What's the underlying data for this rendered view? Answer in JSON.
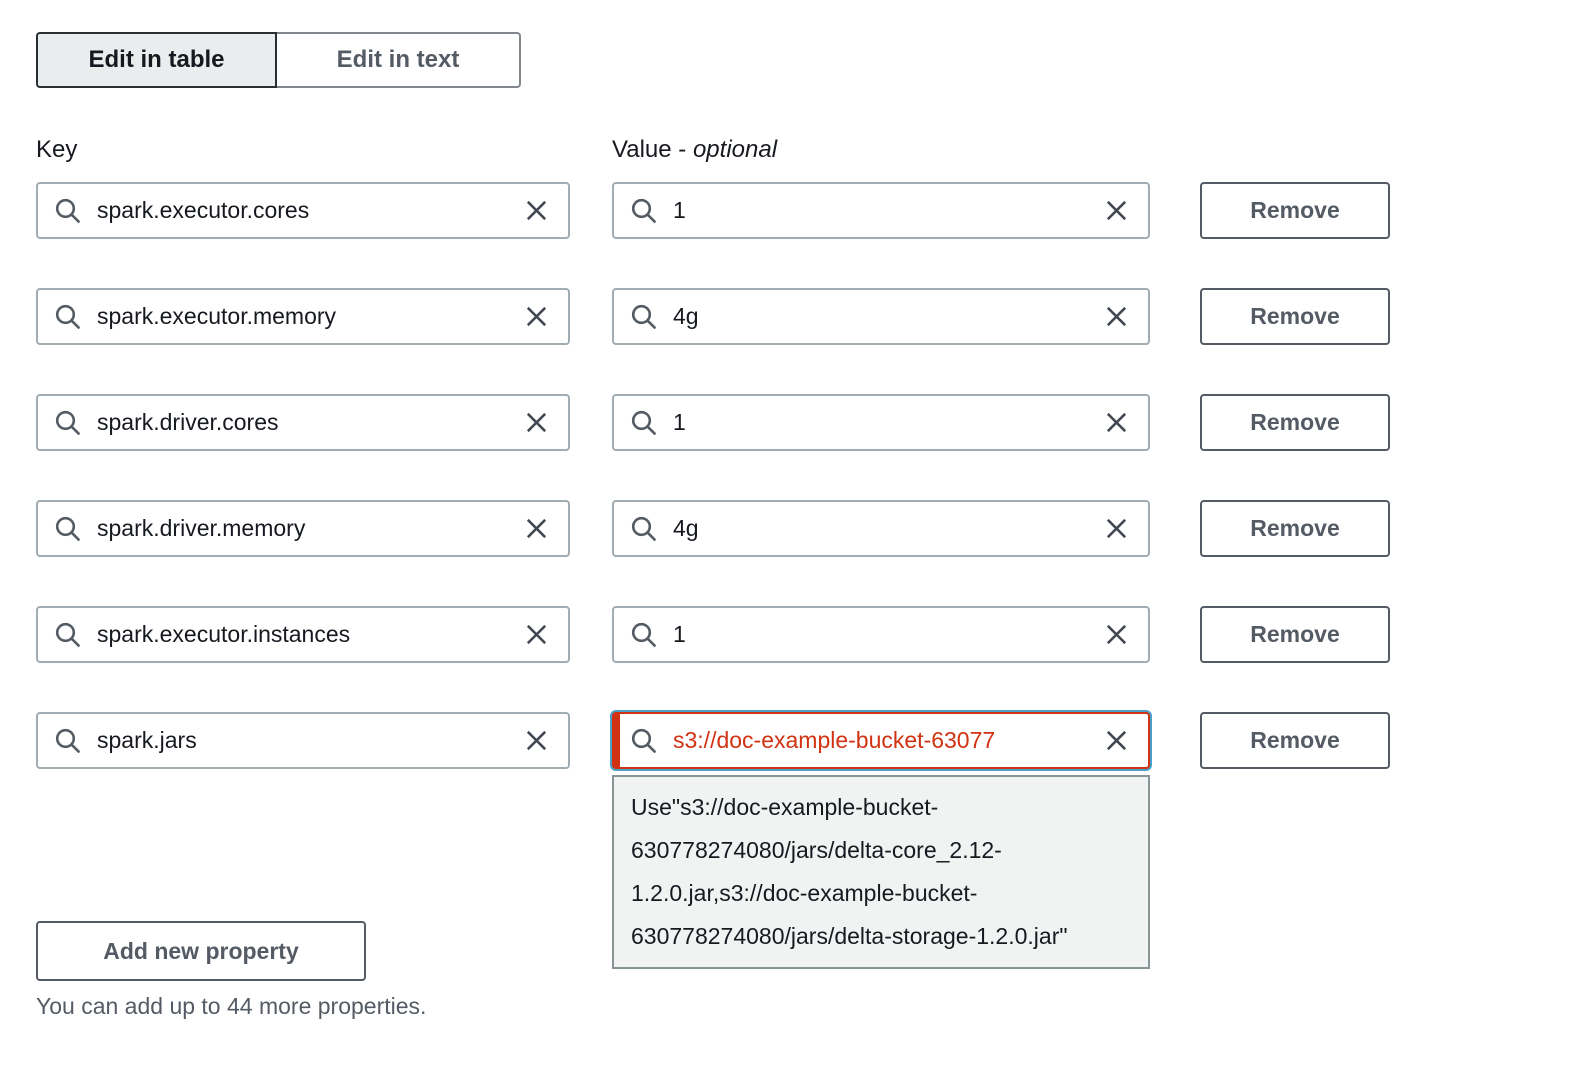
{
  "tabs": {
    "edit_in_table": "Edit in table",
    "edit_in_text": "Edit in text"
  },
  "columns": {
    "key_label": "Key",
    "value_label": "Value",
    "value_separator": "-",
    "value_optional": "optional"
  },
  "rows": [
    {
      "key": "spark.executor.cores",
      "value": "1",
      "error": false
    },
    {
      "key": "spark.executor.memory",
      "value": "4g",
      "error": false
    },
    {
      "key": "spark.driver.cores",
      "value": "1",
      "error": false
    },
    {
      "key": "spark.driver.memory",
      "value": "4g",
      "error": false
    },
    {
      "key": "spark.executor.instances",
      "value": "1",
      "error": false
    },
    {
      "key": "spark.jars",
      "value": "s3://doc-example-bucket-63077",
      "error": true
    }
  ],
  "actions": {
    "remove_label": "Remove",
    "add_button_label": "Add new property"
  },
  "error_popup": {
    "text": "Use\"s3://doc-example-bucket-630778274080/jars/delta-core_2.12-1.2.0.jar,s3://doc-example-bucket-630778274080/jars/delta-storage-1.2.0.jar\""
  },
  "footer": {
    "note": "You can add up to 44 more properties."
  },
  "colors": {
    "error_red": "#d13212",
    "focus_blue": "#4ba0c7",
    "active_tab_bg": "#eaeded",
    "button_gray": "#545b64"
  }
}
